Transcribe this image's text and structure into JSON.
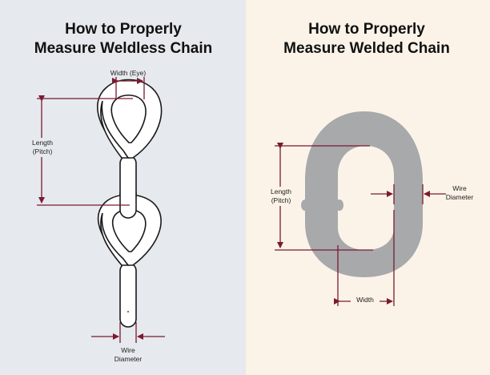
{
  "colors": {
    "left_bg": "#e6e9ed",
    "right_bg": "#fbf3e8",
    "dimension": "#7a1a32",
    "welded_link": "#a7a9ab",
    "text": "#111111"
  },
  "weldless": {
    "title_line1": "How to Properly",
    "title_line2": "Measure Weldless Chain",
    "width_label": "Width (Eye)",
    "length_label_line1": "Length",
    "length_label_line2": "(Pitch)",
    "wire_label_line1": "Wire",
    "wire_label_line2": "Diameter"
  },
  "welded": {
    "title_line1": "How to Properly",
    "title_line2": "Measure Welded Chain",
    "length_label_line1": "Length",
    "length_label_line2": "(Pitch)",
    "wire_label_line1": "Wire",
    "wire_label_line2": "Diameter",
    "width_label": "Width"
  }
}
